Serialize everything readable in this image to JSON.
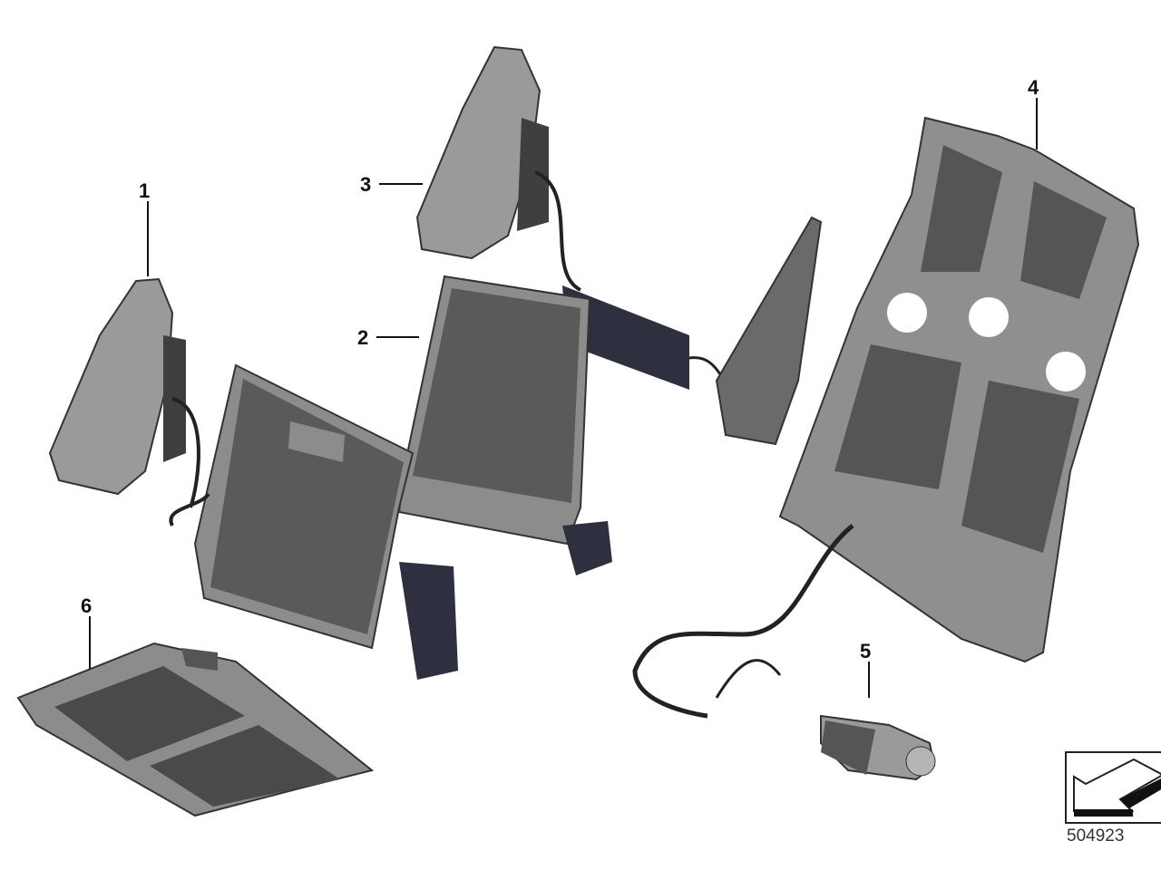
{
  "diagram": {
    "callouts": [
      {
        "number": "1",
        "part": "headrest-left"
      },
      {
        "number": "2",
        "part": "seat-back-panel"
      },
      {
        "number": "3",
        "part": "headrest-right"
      },
      {
        "number": "4",
        "part": "seat-frame-mat"
      },
      {
        "number": "5",
        "part": "pump-motor"
      },
      {
        "number": "6",
        "part": "seat-cushion-mat"
      }
    ],
    "diagram_code": "504923",
    "colors": {
      "part_gray": "#7a7a7a",
      "dark_gray": "#4a4a4a",
      "light_gray": "#a8a8a8",
      "outline": "#222222"
    }
  }
}
